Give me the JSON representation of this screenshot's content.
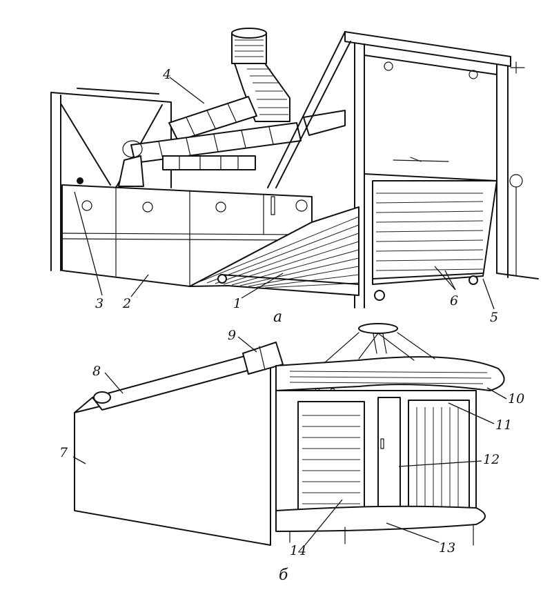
{
  "figure": {
    "part_a": {
      "caption": "а",
      "labels": [
        "1",
        "2",
        "3",
        "4",
        "5",
        "6"
      ]
    },
    "part_b": {
      "caption": "б",
      "labels": [
        "7",
        "8",
        "9",
        "10",
        "11",
        "12",
        "13",
        "14"
      ]
    }
  }
}
